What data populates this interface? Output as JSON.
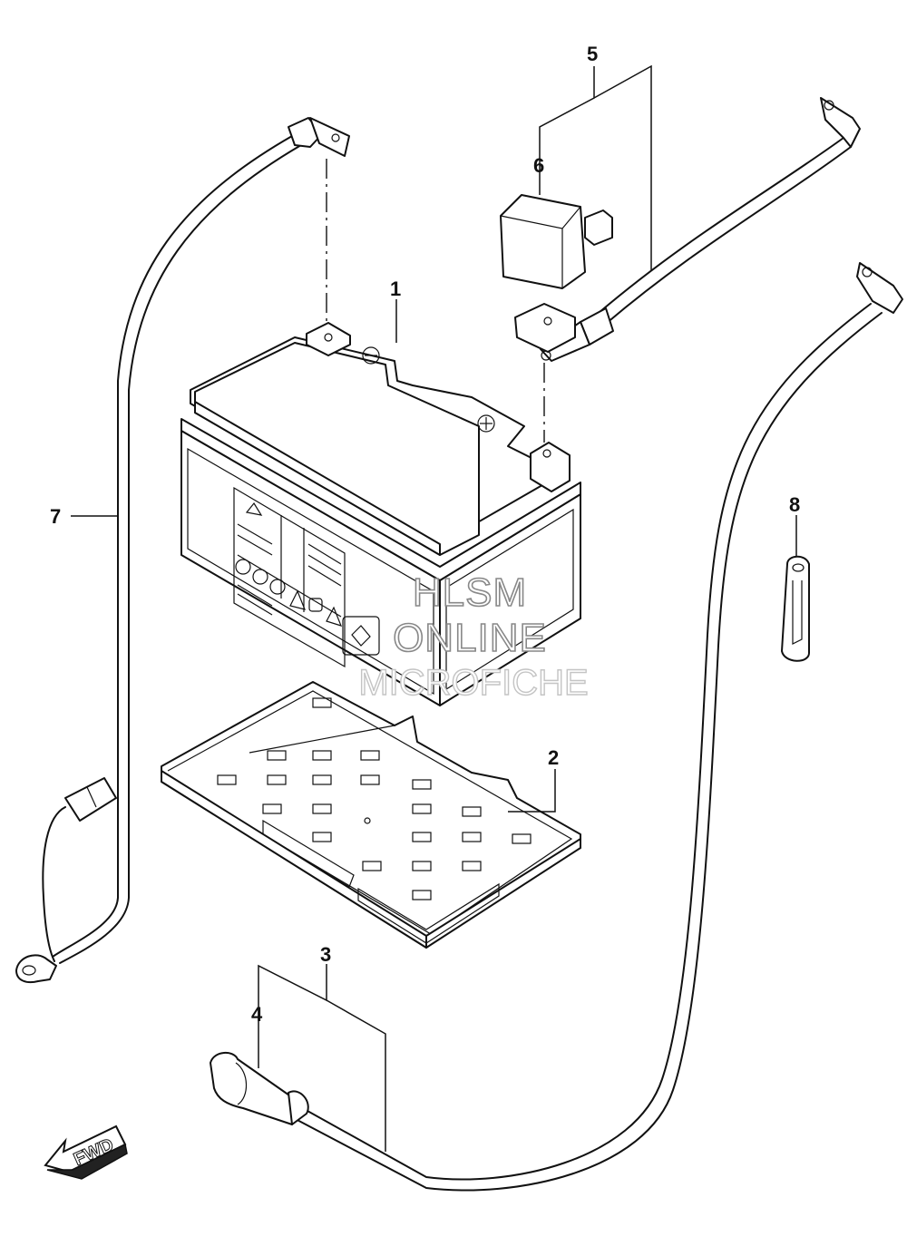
{
  "callouts": [
    {
      "id": "1",
      "label": "1"
    },
    {
      "id": "2",
      "label": "2"
    },
    {
      "id": "3",
      "label": "3"
    },
    {
      "id": "4",
      "label": "4"
    },
    {
      "id": "5",
      "label": "5"
    },
    {
      "id": "6",
      "label": "6"
    },
    {
      "id": "7",
      "label": "7"
    },
    {
      "id": "8",
      "label": "8"
    }
  ],
  "watermark": {
    "line1": "HLSM",
    "line2": "ONLINE",
    "line3": "MICROFICHE"
  },
  "direction_arrow": {
    "label": "FWD",
    "icon": "forward-arrow-icon"
  },
  "colors": {
    "line": "#111111",
    "background": "#ffffff",
    "watermark_outline": "#888888"
  }
}
